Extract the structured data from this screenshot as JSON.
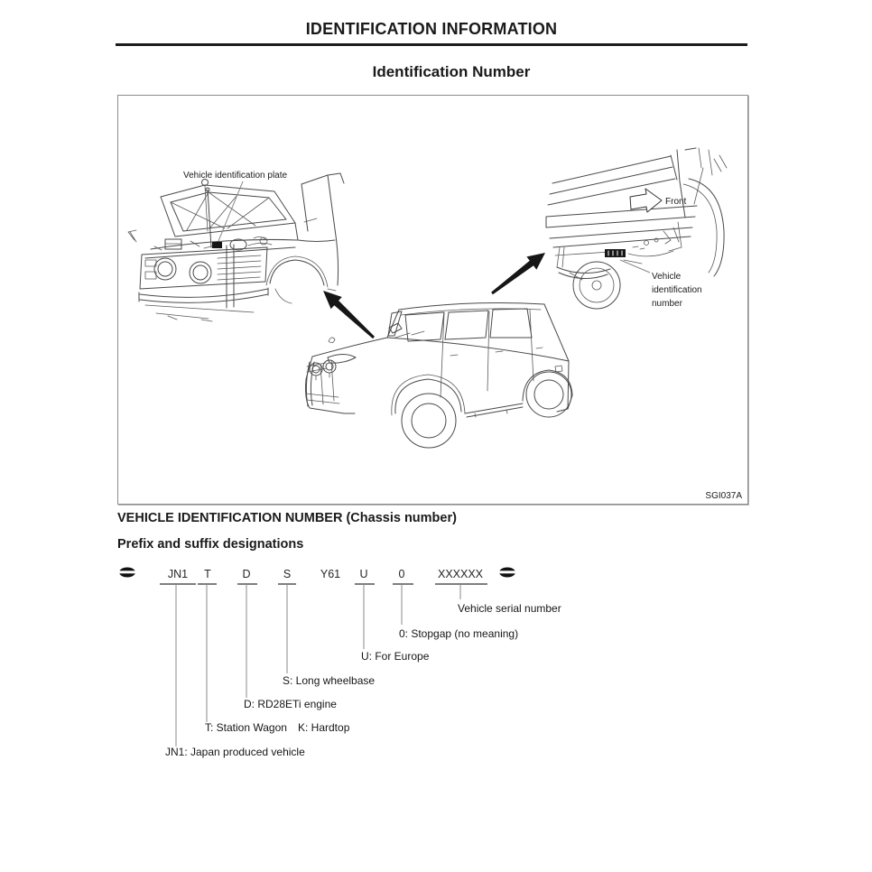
{
  "header": {
    "title": "IDENTIFICATION INFORMATION"
  },
  "subtitle": "Identification Number",
  "figure": {
    "plate_label": "Vehicle identification plate",
    "front_label": "Front",
    "vin_label_line1": "Vehicle",
    "vin_label_line2": "identification",
    "vin_label_line3": "number",
    "figure_code": "SGI037A"
  },
  "section": {
    "heading": "VEHICLE IDENTIFICATION NUMBER (Chassis number)",
    "subheading": "Prefix and suffix designations"
  },
  "vin": {
    "tokens": [
      "JN1",
      "T",
      "D",
      "S",
      "Y61",
      "U",
      "0",
      "XXXXXX"
    ],
    "labels": {
      "serial": "Vehicle serial number",
      "stopgap": "0: Stopgap (no meaning)",
      "europe": "U: For Europe",
      "wheelbase": "S: Long wheelbase",
      "engine": "D: RD28ETi engine",
      "body_t": "T: Station Wagon",
      "body_k": "K: Hardtop",
      "origin": "JN1: Japan produced vehicle"
    }
  }
}
